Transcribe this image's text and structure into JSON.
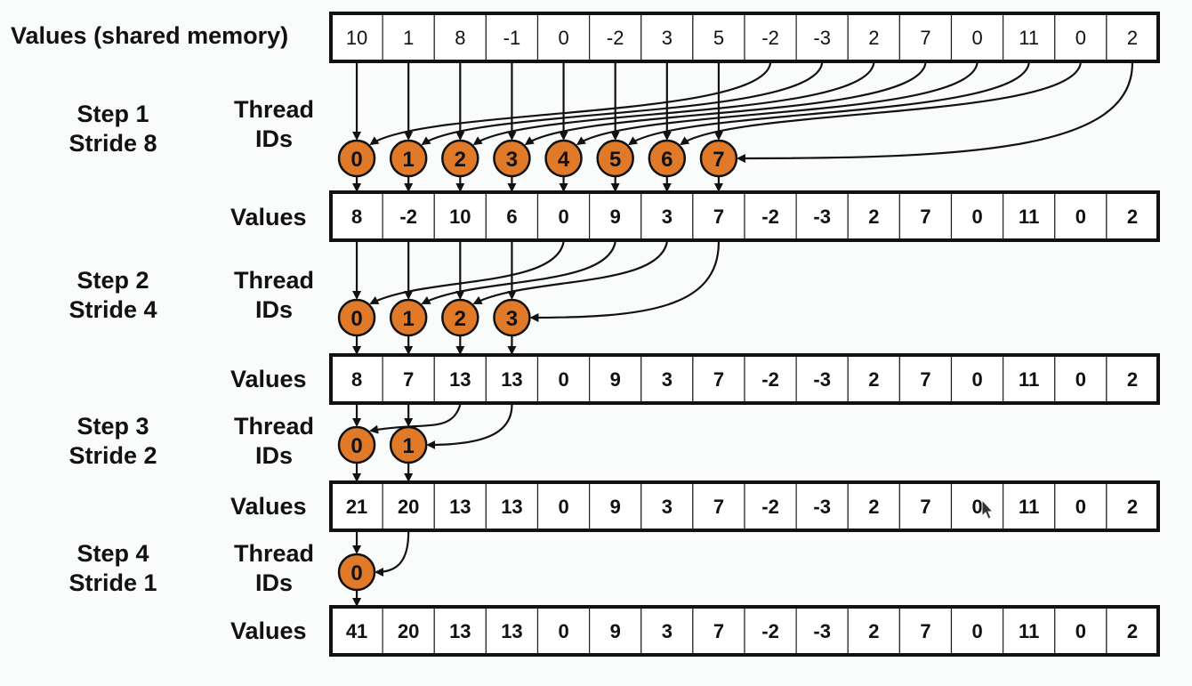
{
  "title": "Values (shared memory)",
  "colors": {
    "thread_fill": "#e07a28",
    "stroke": "#111111",
    "cell_bg": "#ffffff"
  },
  "initial_values": [
    10,
    1,
    8,
    -1,
    0,
    -2,
    3,
    5,
    -2,
    -3,
    2,
    7,
    0,
    11,
    0,
    2
  ],
  "steps": [
    {
      "step_label": "Step 1",
      "stride_label": "Stride 8",
      "stride": 8,
      "thread_label_1": "Thread",
      "thread_label_2": "IDs",
      "threads": [
        0,
        1,
        2,
        3,
        4,
        5,
        6,
        7
      ],
      "values_label": "Values",
      "values": [
        8,
        -2,
        10,
        6,
        0,
        9,
        3,
        7,
        -2,
        -3,
        2,
        7,
        0,
        11,
        0,
        2
      ]
    },
    {
      "step_label": "Step 2",
      "stride_label": "Stride 4",
      "stride": 4,
      "thread_label_1": "Thread",
      "thread_label_2": "IDs",
      "threads": [
        0,
        1,
        2,
        3
      ],
      "values_label": "Values",
      "values": [
        8,
        7,
        13,
        13,
        0,
        9,
        3,
        7,
        -2,
        -3,
        2,
        7,
        0,
        11,
        0,
        2
      ]
    },
    {
      "step_label": "Step 3",
      "stride_label": "Stride 2",
      "stride": 2,
      "thread_label_1": "Thread",
      "thread_label_2": "IDs",
      "threads": [
        0,
        1
      ],
      "values_label": "Values",
      "values": [
        21,
        20,
        13,
        13,
        0,
        9,
        3,
        7,
        -2,
        -3,
        2,
        7,
        0,
        11,
        0,
        2
      ]
    },
    {
      "step_label": "Step 4",
      "stride_label": "Stride 1",
      "stride": 1,
      "thread_label_1": "Thread",
      "thread_label_2": "IDs",
      "threads": [
        0
      ],
      "values_label": "Values",
      "values": [
        41,
        20,
        13,
        13,
        0,
        9,
        3,
        7,
        -2,
        -3,
        2,
        7,
        0,
        11,
        0,
        2
      ]
    }
  ]
}
